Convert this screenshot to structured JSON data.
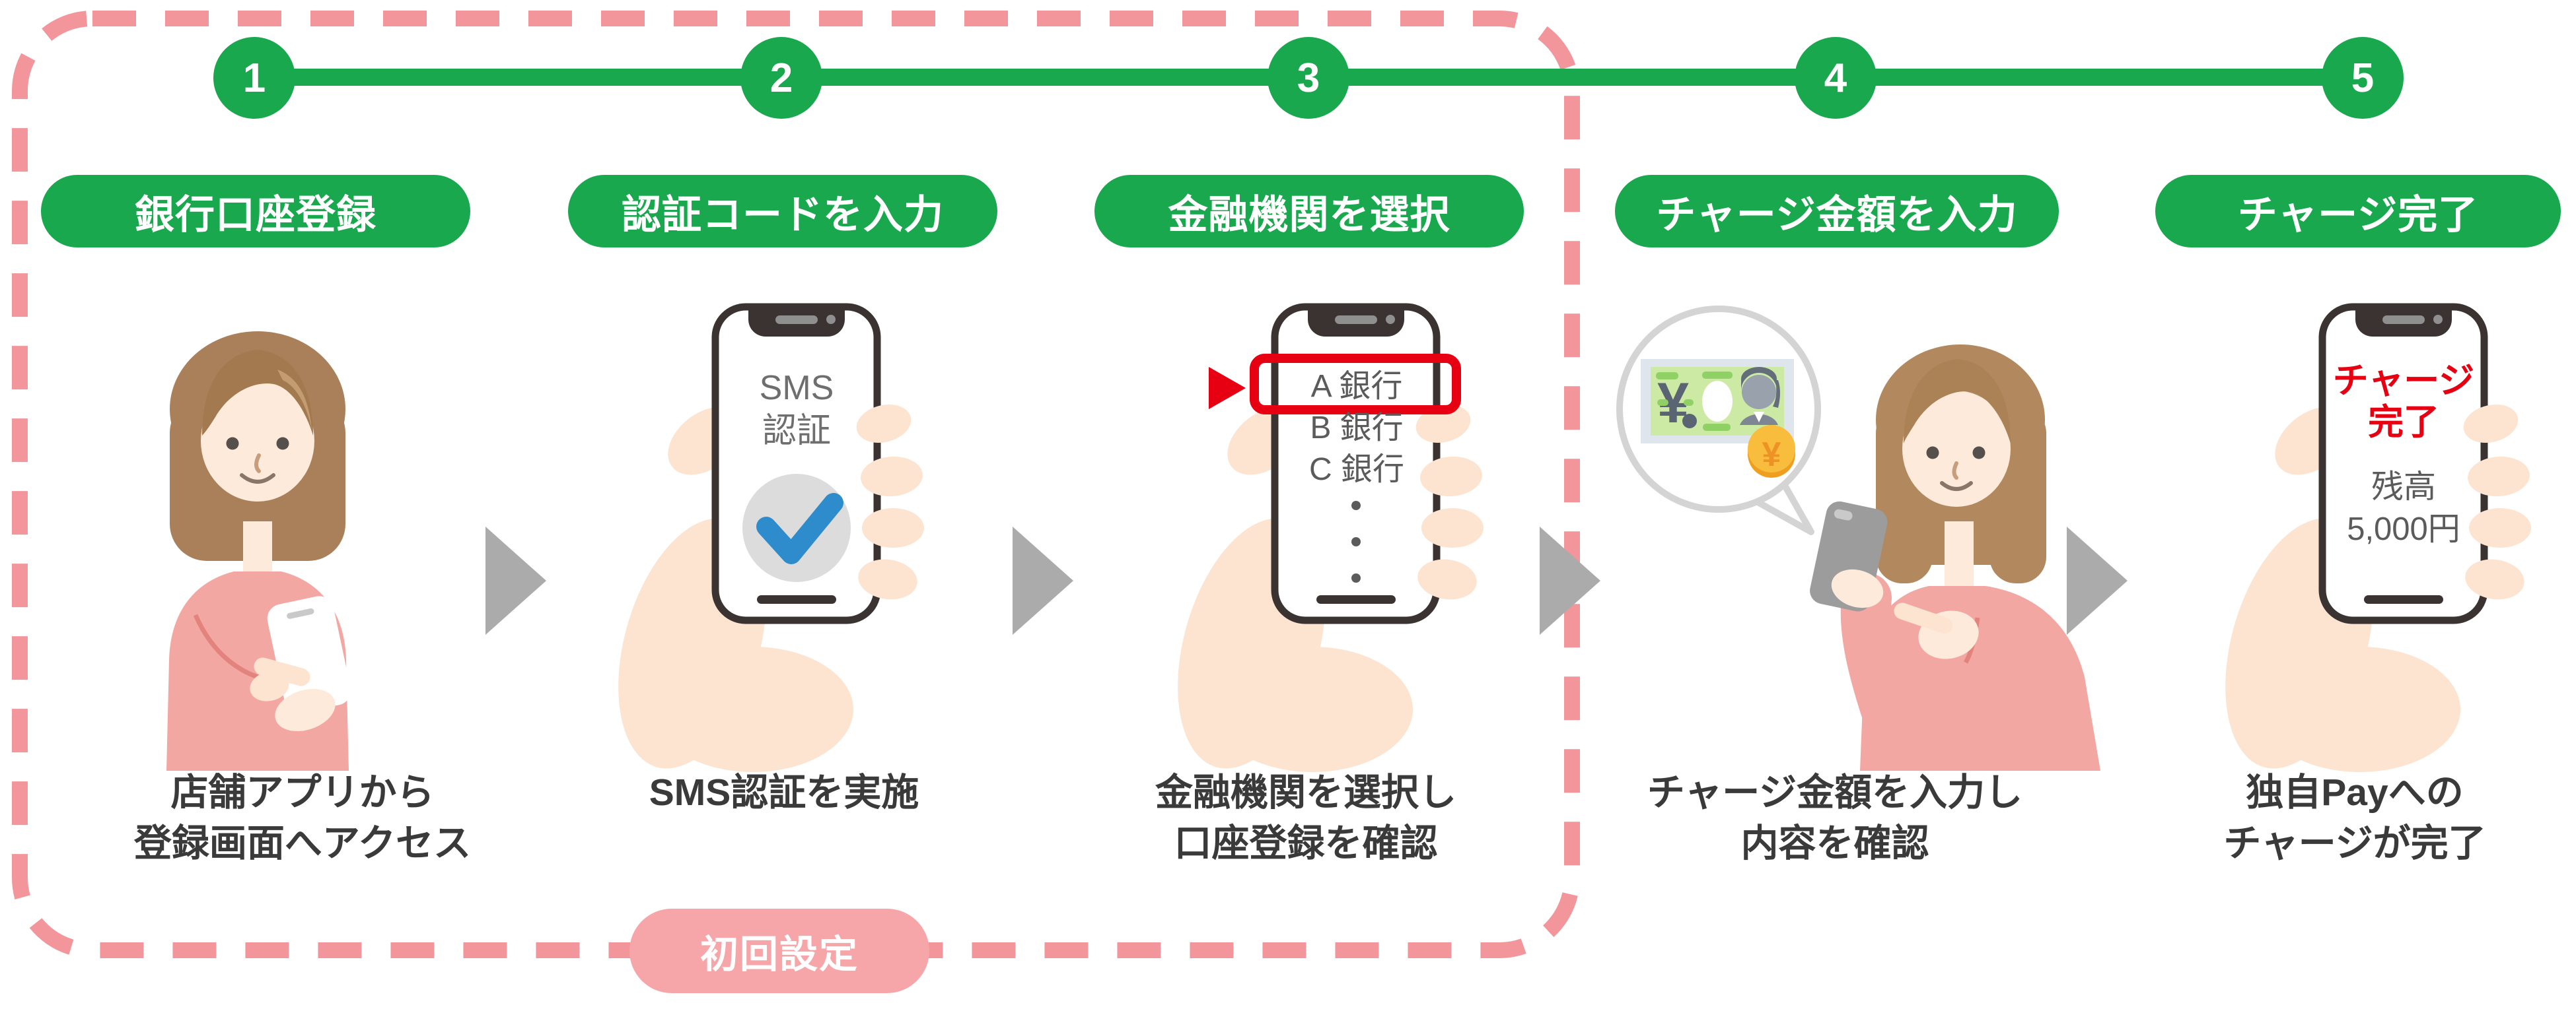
{
  "flow": {
    "steps": [
      {
        "number": "1",
        "label": "銀行口座登録",
        "caption": [
          "店舗アプリから",
          "登録画面へアクセス"
        ]
      },
      {
        "number": "2",
        "label": "認証コードを入力",
        "caption": [
          "SMS認証を実施"
        ]
      },
      {
        "number": "3",
        "label": "金融機関を選択",
        "caption": [
          "金融機関を選択し",
          "口座登録を確認"
        ]
      },
      {
        "number": "4",
        "label": "チャージ金額を入力",
        "caption": [
          "チャージ金額を入力し",
          "内容を確認"
        ]
      },
      {
        "number": "5",
        "label": "チャージ完了",
        "caption": [
          "独自Payへの",
          "チャージが完了"
        ]
      }
    ],
    "badge": {
      "label": "初回設定"
    },
    "phones": {
      "sms": {
        "line1": "SMS",
        "line2": "認証"
      },
      "banks": {
        "items": [
          "A 銀行",
          "B 銀行",
          "C 銀行"
        ]
      },
      "charge": {
        "line1": "チャージ",
        "line2": "完了",
        "balance_label": "残高",
        "balance_value": "5,000円"
      }
    },
    "money": {
      "yen_note": "¥",
      "yen_coin": "¥"
    },
    "colors": {
      "green": "#19a84e",
      "pink": "#f2969b",
      "badge": "#f6a6a8",
      "red": "#e60012",
      "arrow": "#ababab",
      "text": "#3a3a3a"
    }
  }
}
